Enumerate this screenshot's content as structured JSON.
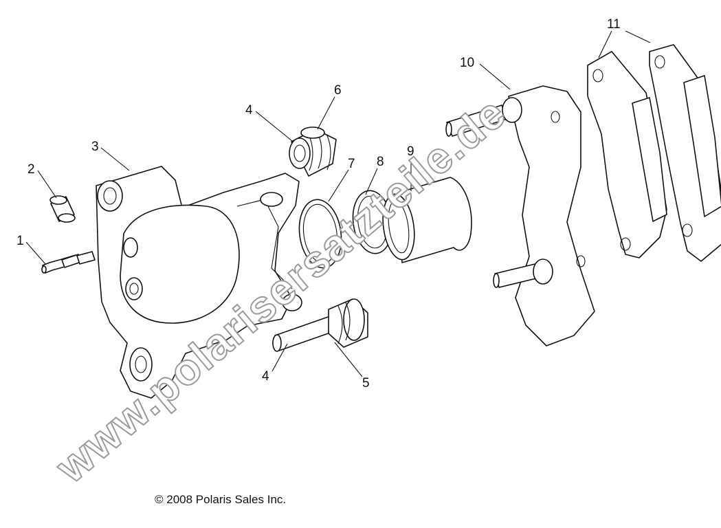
{
  "callouts": {
    "c1": "1",
    "c2": "2",
    "c3": "3",
    "c4a": "4",
    "c4b": "4",
    "c5": "5",
    "c6": "6",
    "c7": "7",
    "c8": "8",
    "c9": "9",
    "c10": "10",
    "c11": "11"
  },
  "watermark": "www.polarisersatzteile.de",
  "copyright": "© 2008 Polaris Sales Inc."
}
